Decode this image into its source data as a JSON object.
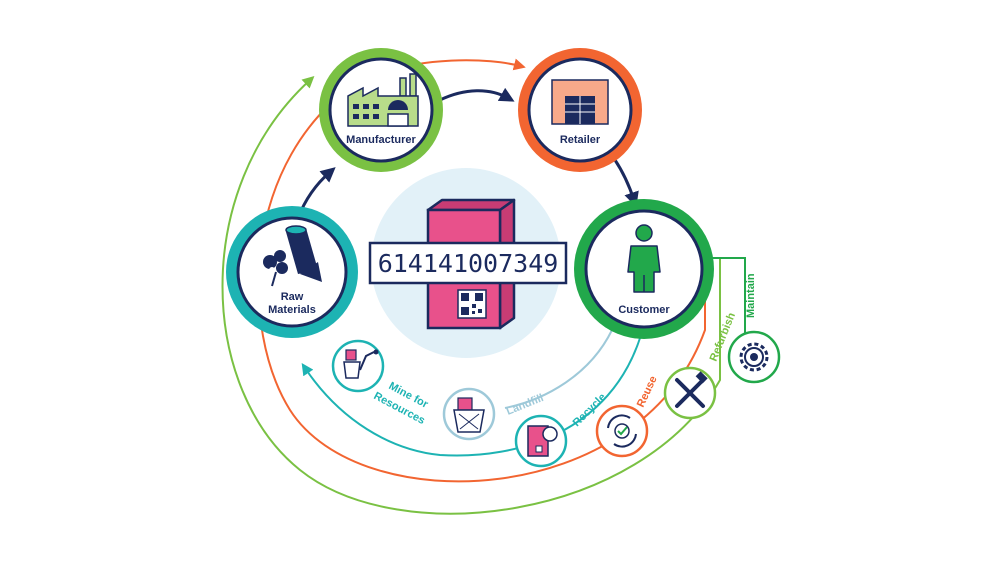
{
  "nodes": {
    "manufacturer": "Manufacturer",
    "retailer": "Retailer",
    "customer": "Customer",
    "raw_materials_line1": "Raw",
    "raw_materials_line2": "Materials"
  },
  "center": {
    "barcode_number": "614141007349"
  },
  "paths": {
    "maintain": "Maintain",
    "refurbish": "Refurbish",
    "reuse": "Reuse",
    "recycle": "Recycle",
    "landfill": "Landfill",
    "mine_line1": "Mine for",
    "mine_line2": "Resources"
  },
  "colors": {
    "navy": "#1b2a5e",
    "green": "#7ac143",
    "orange": "#f26531",
    "teal": "#1db3b3",
    "dark_green": "#22a84b",
    "light_blue": "#9ec9d9",
    "pink": "#e8518b",
    "light_circle": "#e2f1f8"
  }
}
